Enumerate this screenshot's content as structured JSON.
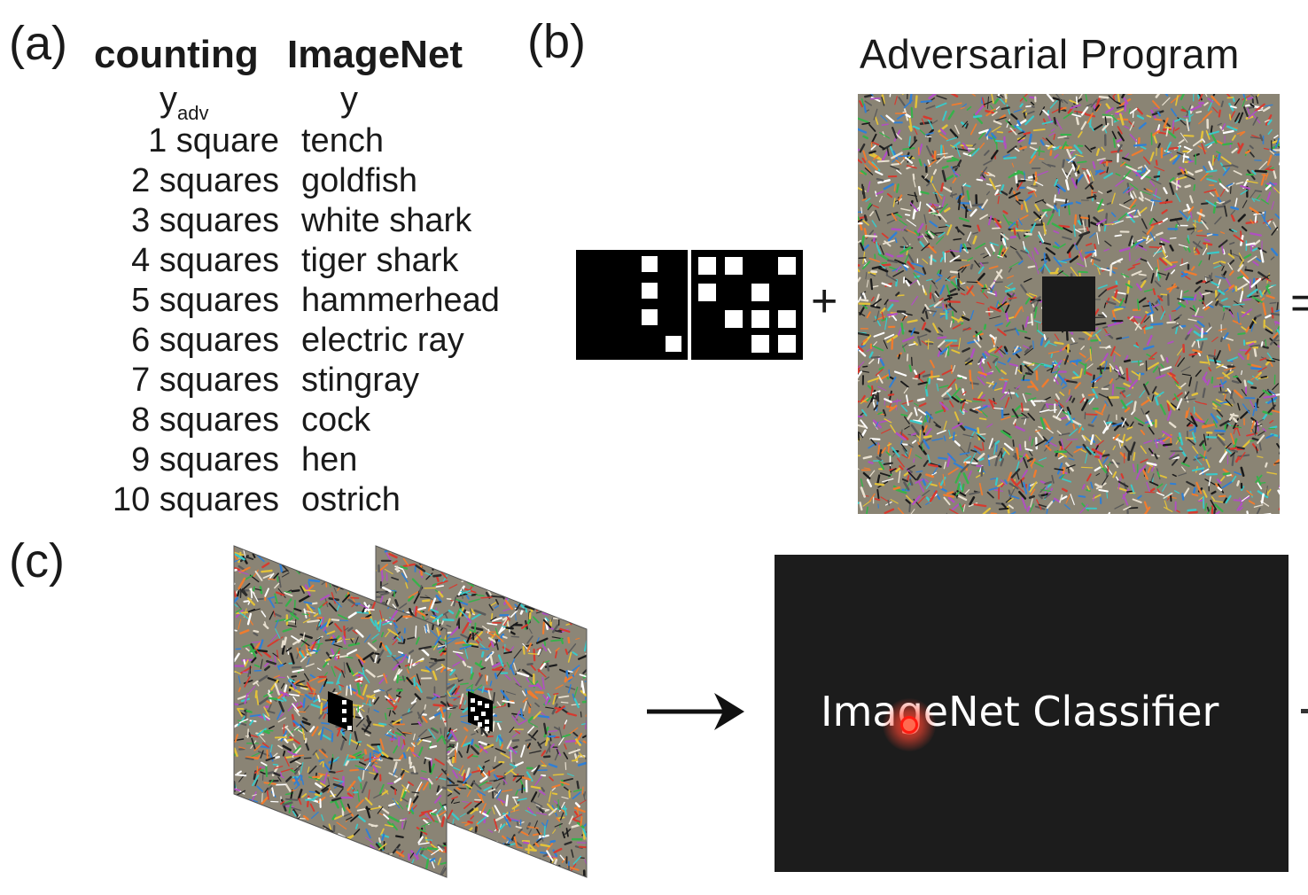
{
  "panels": {
    "a": "(a)",
    "b": "(b)",
    "c": "(c)"
  },
  "mapping_table": {
    "col_counting_label": "counting",
    "col_imagenet_label": "ImageNet",
    "col_counting_var": "y",
    "col_counting_var_sub": "adv",
    "col_imagenet_var": "y",
    "rows": [
      {
        "count": "1 square",
        "label": "tench"
      },
      {
        "count": "2 squares",
        "label": "goldfish"
      },
      {
        "count": "3 squares",
        "label": "white shark"
      },
      {
        "count": "4 squares",
        "label": "tiger shark"
      },
      {
        "count": "5 squares",
        "label": "hammerhead"
      },
      {
        "count": "6 squares",
        "label": "electric ray"
      },
      {
        "count": "7 squares",
        "label": "stingray"
      },
      {
        "count": "8 squares",
        "label": "cock"
      },
      {
        "count": "9 squares",
        "label": "hen"
      },
      {
        "count": "10 squares",
        "label": "ostrich"
      }
    ]
  },
  "panel_b": {
    "title": "Adversarial Program",
    "plus_symbol": "+",
    "equals_symbol": "="
  },
  "panel_c": {
    "classifier_label": "ImageNet Classifier"
  },
  "colors": {
    "classifier_bg": "#1c1c1c",
    "pointer": "#ff2a1a"
  }
}
